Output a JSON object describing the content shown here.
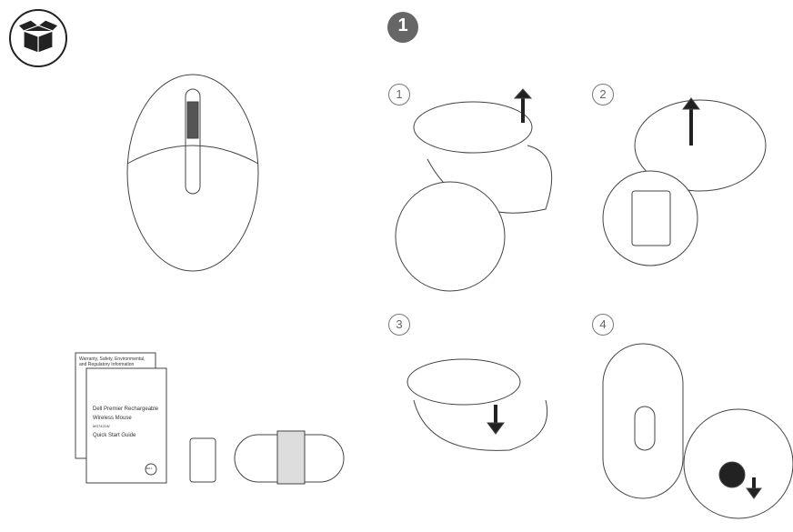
{
  "step_number": "1",
  "substeps": [
    "1",
    "2",
    "3",
    "4"
  ],
  "box_contents": {
    "booklet_back_title": "Warranty, Safety, Environmental, and Regulatory Information",
    "guide_title_line1": "Dell Premier Rechargeable",
    "guide_title_line2": "Wireless Mouse",
    "guide_model": "MS7421W",
    "guide_subtitle": "Quick Start Guide",
    "logo_text": "DELL"
  },
  "icons": [
    "open-box-icon",
    "arrow-up-icon",
    "arrow-down-icon",
    "dell-logo"
  ]
}
